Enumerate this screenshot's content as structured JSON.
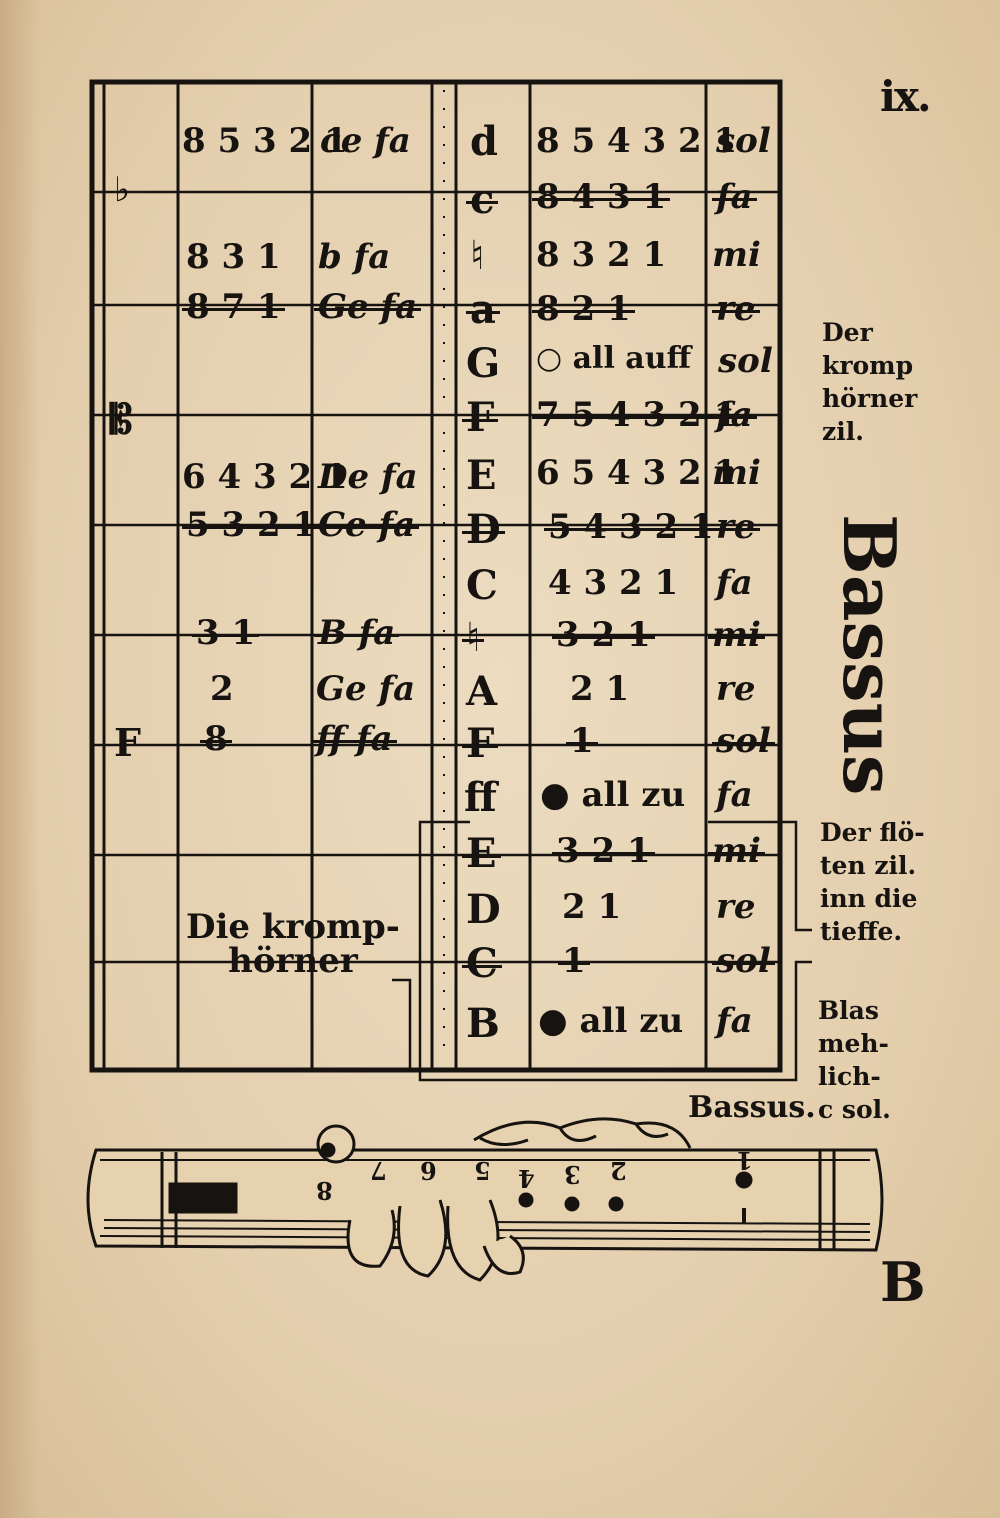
{
  "page": {
    "folio": "ix.",
    "signature": "B"
  },
  "table": {
    "clefs": [
      "♭",
      "𝄡",
      "F"
    ],
    "left_numbers": [
      "8 5 3 2 1",
      "8 3 1",
      "8 7 1",
      "6 4 3 2 1",
      "5 3 2 1",
      "3 1",
      "2",
      "8"
    ],
    "left_syllables": [
      "ce fa",
      "b fa",
      "Ge fa",
      "De fa",
      "Ce fa",
      "B fa",
      "Ge fa",
      "ff fa"
    ],
    "letters": [
      "d",
      "c",
      "♮",
      "a",
      "G",
      "F",
      "E",
      "D",
      "C",
      "♮",
      "A",
      "F",
      "ff",
      "E",
      "D",
      "C",
      "B"
    ],
    "right_numbers": [
      "8 5 4 3 2 1",
      "8 4 3 1",
      "8 3 2 1",
      "8 2 1",
      "○ all auff",
      "7 5 4 3 2 1",
      "6 5 4 3 2 1",
      "5 4 3 2 1",
      "4 3 2 1",
      "3 2 1",
      "2 1",
      "1",
      "● all zu",
      "3 2 1",
      "2 1",
      "1",
      "● all zu"
    ],
    "right_syllables": [
      "sol",
      "fa",
      "mi",
      "re",
      "sol",
      "fa",
      "mi",
      "re",
      "fa",
      "mi",
      "re",
      "sol",
      "fa",
      "mi",
      "re",
      "sol",
      "fa"
    ]
  },
  "labels": {
    "die_kromphoerner": "Die kromp-\nhörner",
    "der_kromphoerner": "Der\nkromp\nhörner\nzil.",
    "bassus_vertical": "Bassus",
    "der_floeten": "Der flö-\nten zil.\ninn die\ntieffe.",
    "blas": "Blas\nmeh-\nlich-\nc sol.",
    "bassus_caption": "Bassus."
  },
  "recorder": {
    "hole_labels": [
      "8",
      "7",
      "6",
      "5",
      "4",
      "3",
      "2",
      "1"
    ]
  }
}
